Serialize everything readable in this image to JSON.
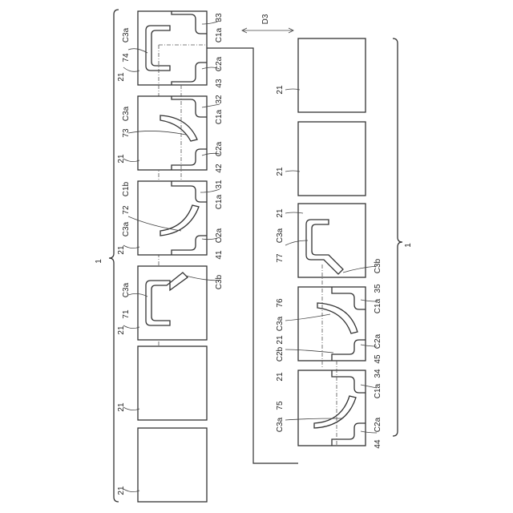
{
  "labels": {
    "chip": "21",
    "device": "1",
    "direction": "D3",
    "c1a": "C1a",
    "c1b": "C1b",
    "c2a": "C2a",
    "c2b": "C2b",
    "c3a": "C3a",
    "c3b": "C3b",
    "n31": "31",
    "n32": "32",
    "n33": "33",
    "n34": "34",
    "n35": "35",
    "n41": "41",
    "n42": "42",
    "n43": "43",
    "n44": "44",
    "n45": "45",
    "n71": "71",
    "n72": "72",
    "n73": "73",
    "n74": "74",
    "n75": "75",
    "n76": "76",
    "n77": "77"
  }
}
